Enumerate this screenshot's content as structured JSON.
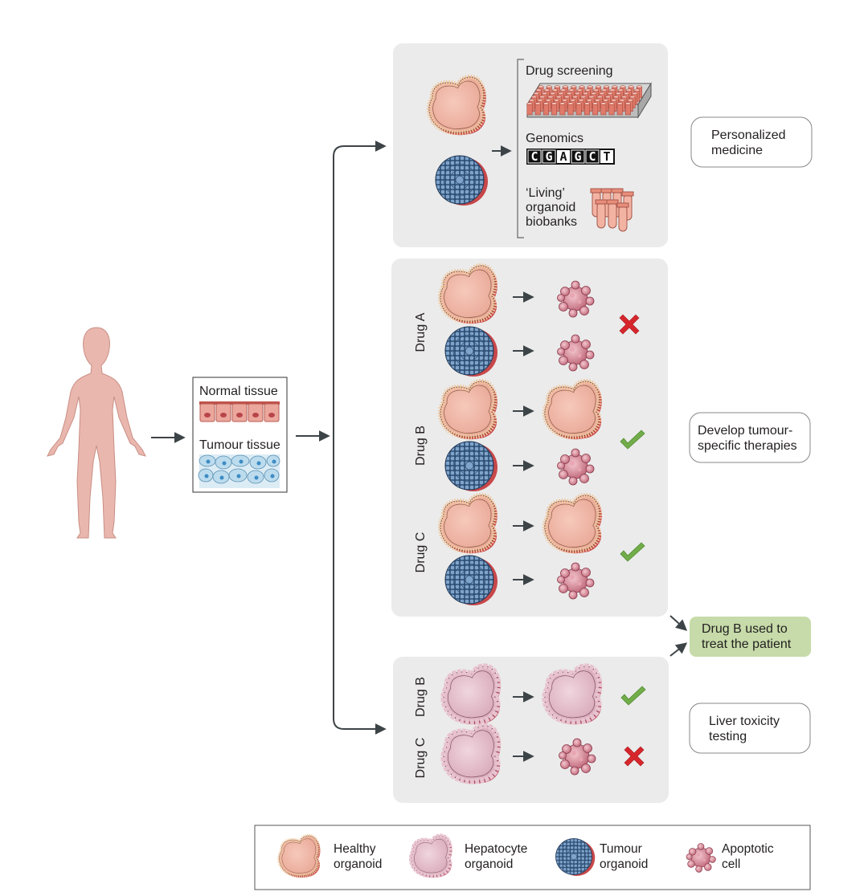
{
  "tissue": {
    "normal_label": "Normal tissue",
    "tumour_label": "Tumour tissue"
  },
  "top_panel": {
    "drug_screening": "Drug screening",
    "genomics": "Genomics",
    "genomics_letters": [
      "C",
      "G",
      "A",
      "G",
      "C",
      "T"
    ],
    "biobanks_line1": "‘Living’",
    "biobanks_line2": "organoid",
    "biobanks_line3": "biobanks"
  },
  "middle_panel": {
    "drugs": [
      {
        "label": "Drug A",
        "result": "fail"
      },
      {
        "label": "Drug B",
        "result": "pass"
      },
      {
        "label": "Drug C",
        "result": "pass"
      }
    ]
  },
  "bottom_panel": {
    "drugs": [
      {
        "label": "Drug B",
        "result": "pass"
      },
      {
        "label": "Drug C",
        "result": "fail"
      }
    ]
  },
  "outcomes": {
    "personalized_line1": "Personalized",
    "personalized_line2": "medicine",
    "tumour_line1": "Develop tumour-",
    "tumour_line2": "specific therapies",
    "treat_line1": "Drug B used to",
    "treat_line2": "treat the patient",
    "liver_line1": "Liver toxicity",
    "liver_line2": "testing"
  },
  "legend": {
    "healthy_line1": "Healthy",
    "healthy_line2": "organoid",
    "hepatocyte_line1": "Hepatocyte",
    "hepatocyte_line2": "organoid",
    "tumour_line1": "Tumour",
    "tumour_line2": "organoid",
    "apoptotic_line1": "Apoptotic",
    "apoptotic_line2": "cell"
  },
  "colors": {
    "panel_bg": "#ebebeb",
    "treat_box": "#c6dba9",
    "check": "#72ad4a",
    "cross": "#d6262c",
    "arrow": "#3d4447",
    "body": "#e9b7ae"
  }
}
